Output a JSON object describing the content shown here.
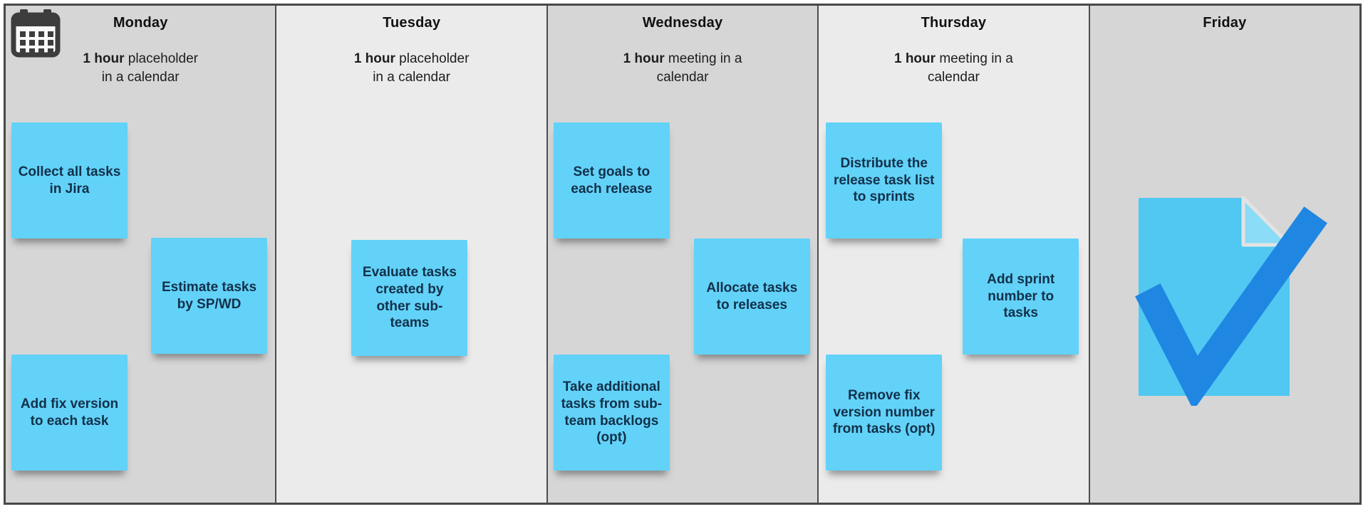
{
  "board": {
    "columns": [
      {
        "label": "Monday",
        "subtitle": {
          "bold": "1 hour",
          "line1_rest": " placeholder",
          "line2": "in a calendar"
        },
        "notes": [
          {
            "text": "Collect all tasks in Jira"
          },
          {
            "text": "Estimate tasks by SP/WD"
          },
          {
            "text": "Add fix version to each task"
          }
        ]
      },
      {
        "label": "Tuesday",
        "subtitle": {
          "bold": "1 hour",
          "line1_rest": " placeholder",
          "line2": "in a calendar"
        },
        "notes": [
          {
            "text": "Evaluate tasks created by other sub-teams"
          }
        ]
      },
      {
        "label": "Wednesday",
        "subtitle": {
          "bold": "1 hour",
          "line1_rest": " meeting in a",
          "line2": "calendar"
        },
        "notes": [
          {
            "text": "Set goals to each release"
          },
          {
            "text": "Allocate tasks to releases"
          },
          {
            "text": "Take additional tasks from sub-team backlogs (opt)"
          }
        ]
      },
      {
        "label": "Thursday",
        "subtitle": {
          "bold": "1 hour",
          "line1_rest": " meeting in a",
          "line2": "calendar"
        },
        "notes": [
          {
            "text": "Distribute the release task list to sprints"
          },
          {
            "text": "Add sprint number to tasks"
          },
          {
            "text": "Remove fix version number from tasks (opt)"
          }
        ]
      },
      {
        "label": "Friday",
        "notes": []
      }
    ]
  },
  "icons": {
    "calendar": "calendar-icon",
    "document_check": "document-check-icon"
  },
  "colors": {
    "note_fill": "#62d2f8",
    "note_text": "#12304a",
    "column_dark": "#d6d6d6",
    "column_light": "#ebebeb",
    "board_border": "#484848",
    "doc_fill": "#50c8f2",
    "doc_fold": "#8adcf7",
    "check": "#1f87e2",
    "calendar_icon": "#3d3d3d"
  }
}
